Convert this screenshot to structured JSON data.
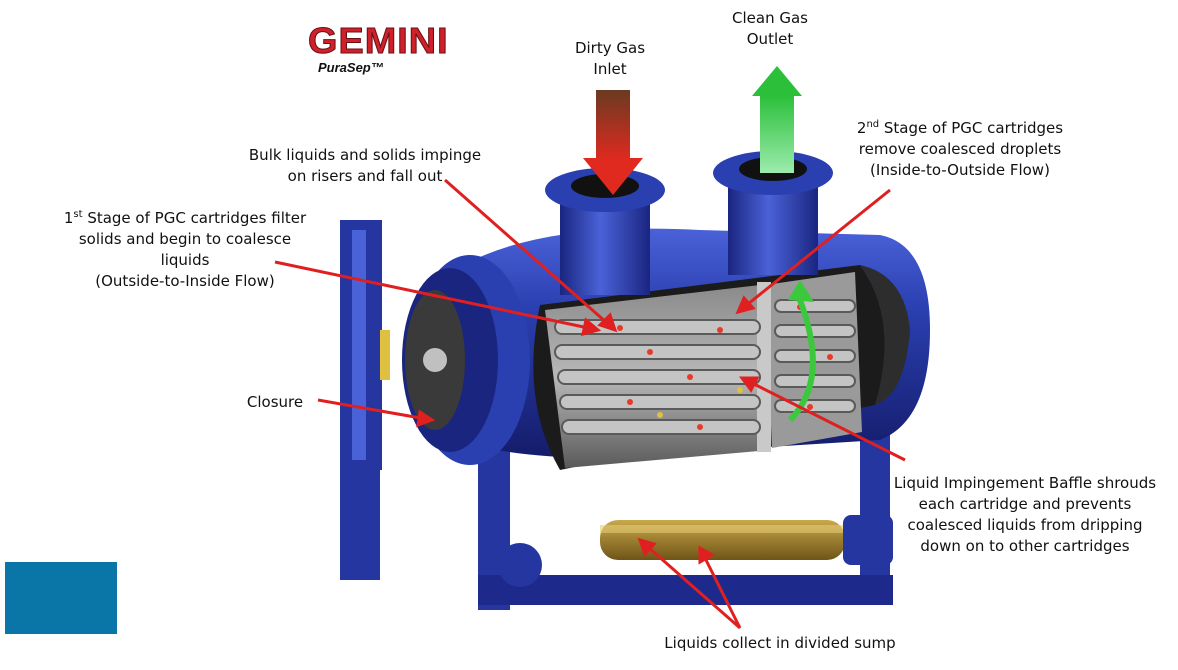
{
  "brand": {
    "name": "GEMINI",
    "product": "PuraSep™"
  },
  "labels": {
    "dirty_gas": [
      "Dirty Gas",
      "Inlet"
    ],
    "clean_gas": [
      "Clean Gas",
      "Outlet"
    ],
    "bulk_liquids": [
      "Bulk liquids and solids impinge",
      "on risers and fall out"
    ],
    "first_stage": {
      "ordinal_num": "1",
      "ordinal_suffix": "st",
      "line1_rest": " Stage of PGC cartridges filter",
      "line2": "solids and begin to coalesce",
      "line3": "liquids",
      "line4": "(Outside-to-Inside Flow)"
    },
    "second_stage": {
      "ordinal_num": "2",
      "ordinal_suffix": "nd",
      "line1_rest": " Stage of PGC cartridges",
      "line2": "remove coalesced droplets",
      "line3": "(Inside-to-Outside Flow)"
    },
    "closure": "Closure",
    "baffle": [
      "Liquid Impingement Baffle shrouds",
      "each cartridge and prevents",
      "coalesced liquids from dripping",
      "down on to other cartridges"
    ],
    "sump": "Liquids collect in divided sump"
  },
  "colors": {
    "vessel_blue": "#2a3fb0",
    "vessel_dark": "#1a2580",
    "callout_red": "#e02020",
    "inlet_arrow": "#c8231e",
    "outlet_arrow": "#3cc83c",
    "swatch": "#0a76a8"
  }
}
